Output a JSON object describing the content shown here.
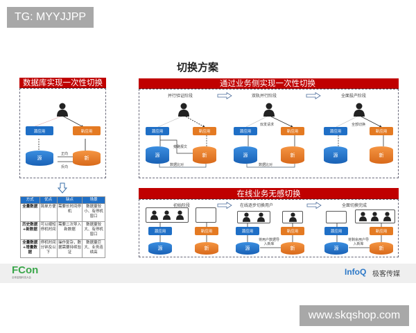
{
  "watermarks": {
    "top_left": "TG: MYYJJPP",
    "bottom_right": "www.skqshop.com"
  },
  "slide_title": "切换方案",
  "left_panel": {
    "header": "数据库实现一次性切换",
    "source_app": "源应用",
    "new_app": "新应用",
    "source_db": "源",
    "new_db": "新",
    "forward_label": "正向",
    "reverse_label": "反向"
  },
  "comparison_table": {
    "headers": [
      "方式",
      "优点",
      "缺点",
      "场景"
    ],
    "rows": [
      [
        "全量数据",
        "简单方便",
        "需要长时间停机",
        "数据量较小、有停机窗口"
      ],
      [
        "历史数据+新数据",
        "可以缩短停机时间",
        "需要二次导入新数据",
        "数据量较大、有停机窗口"
      ],
      [
        "全量数据+增量数据",
        "停机时间分钟及以下",
        "操作复杂，数据需要持续验证",
        "数据量巨大、业务连续高"
      ]
    ]
  },
  "business_panel": {
    "header": "通过业务侧实现一次性切换",
    "phases": [
      {
        "title": "并行验证阶段",
        "source_app": "源应用",
        "new_app": "新应用",
        "source_db": "源",
        "new_db": "新",
        "mid_label": "旁路报文",
        "bottom_label": "数据比对"
      },
      {
        "title": "双轨并行阶段",
        "source_app": "源应用",
        "new_app": "新应用",
        "source_db": "源",
        "new_db": "新",
        "mid_label": "双发请求",
        "bottom_label": "数据比对"
      },
      {
        "title": "全面投产阶段",
        "source_app": "源应用",
        "new_app": "新应用",
        "source_db": "源",
        "new_db": "新",
        "mid_label": "全部切换"
      }
    ]
  },
  "online_panel": {
    "header": "在线业务无感切换",
    "phases": [
      {
        "title": "初始阶段",
        "source_app": "源应用",
        "new_app": "新应用",
        "source_db": "源",
        "new_db": "新",
        "source_users": 3,
        "new_users": 0
      },
      {
        "title": "在线逐步切换用户",
        "source_app": "源应用",
        "new_app": "新应用",
        "source_db": "源",
        "new_db": "新",
        "source_users": 2,
        "new_users": 1,
        "migrate_label": "将用户数据导入新库"
      },
      {
        "title": "全面切换完成",
        "source_app": "源应用",
        "new_app": "新应用",
        "source_db": "源",
        "new_db": "新",
        "source_users": 0,
        "new_users": 3,
        "migrate_label": "将剩余用户导入新库"
      }
    ]
  },
  "footer": {
    "left_logo": "FCon",
    "left_sub": "全球金融科技大会",
    "right_logo": "InfoQ",
    "right_text": "极客传媒"
  },
  "colors": {
    "red": "#c00000",
    "blue": "#1f6fc6",
    "orange": "#e47a22",
    "green": "#3aa64a"
  }
}
